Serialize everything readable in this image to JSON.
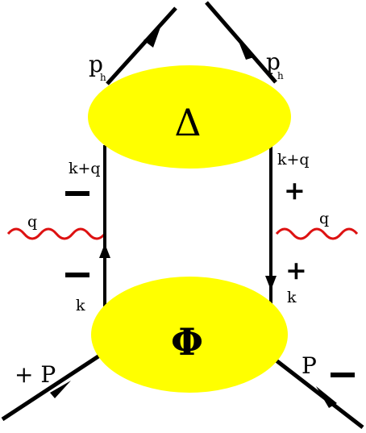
{
  "diagram": {
    "blobs": {
      "top_symbol": "Δ",
      "bottom_symbol": "Φ",
      "fill_color": "#ffff00"
    },
    "labels": {
      "ph_left_main": "p",
      "ph_left_sub": "h",
      "ph_right_main": "p",
      "ph_right_sub": "h",
      "kq_left": "k+q",
      "kq_right": "k+q",
      "k_left": "k",
      "k_right": "k",
      "q_left": "q",
      "q_right": "q",
      "P_left": "+ P",
      "P_right": "P"
    },
    "signs": {
      "upper_left": "−",
      "upper_right": "+",
      "lower_left": "−",
      "lower_right": "+",
      "P_right": "−"
    },
    "colors": {
      "line": "#000000",
      "photon": "#dd1111"
    }
  }
}
